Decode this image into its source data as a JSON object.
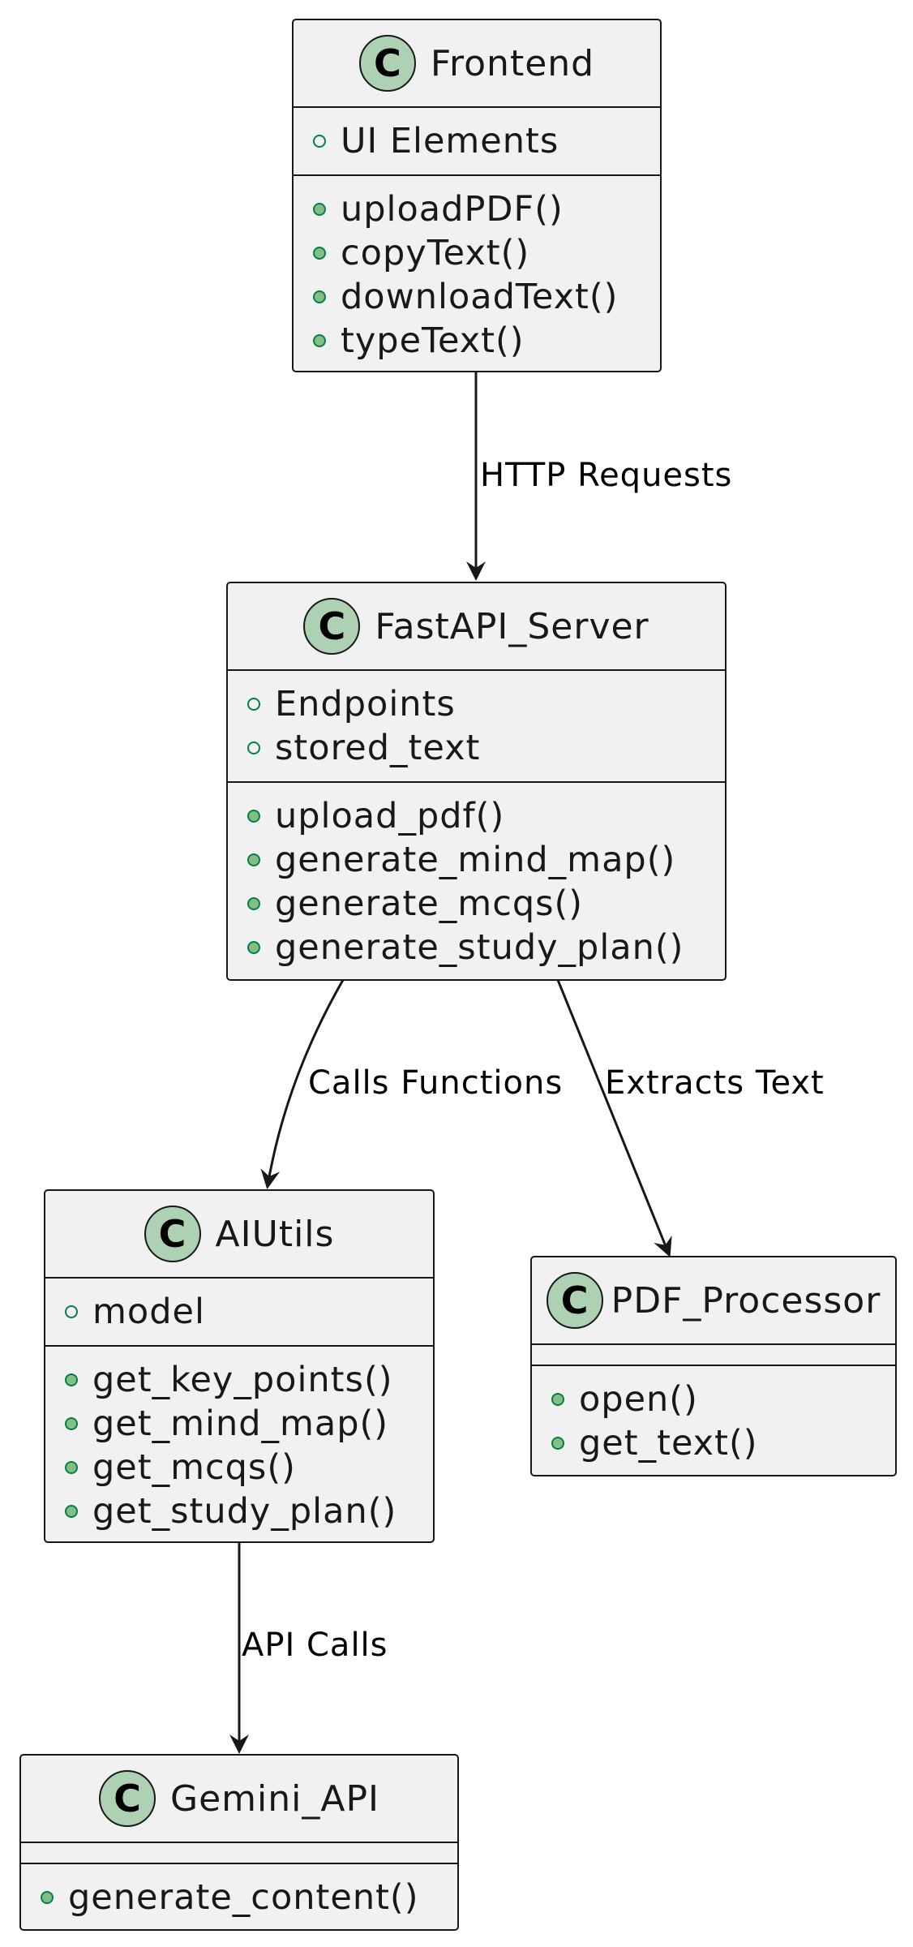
{
  "classes": {
    "frontend": {
      "name": "Frontend",
      "stereotype": "C",
      "fields": [
        "UI Elements"
      ],
      "methods": [
        "uploadPDF()",
        "copyText()",
        "downloadText()",
        "typeText()"
      ]
    },
    "fastapi": {
      "name": "FastAPI_Server",
      "stereotype": "C",
      "fields": [
        "Endpoints",
        "stored_text"
      ],
      "methods": [
        "upload_pdf()",
        "generate_mind_map()",
        "generate_mcqs()",
        "generate_study_plan()"
      ]
    },
    "aiutils": {
      "name": "AIUtils",
      "stereotype": "C",
      "fields": [
        "model"
      ],
      "methods": [
        "get_key_points()",
        "get_mind_map()",
        "get_mcqs()",
        "get_study_plan()"
      ]
    },
    "pdf": {
      "name": "PDF_Processor",
      "stereotype": "C",
      "fields": [],
      "methods": [
        "open()",
        "get_text()"
      ]
    },
    "gemini": {
      "name": "Gemini_API",
      "stereotype": "C",
      "fields": [],
      "methods": [
        "generate_content()"
      ]
    }
  },
  "relations": {
    "http": "HTTP Requests",
    "calls": "Calls Functions",
    "extracts": "Extracts Text",
    "api": "API Calls"
  },
  "colors": {
    "box_fill": "#f1f1f1",
    "stroke": "#181818",
    "stereotype_circle": "#add1b2",
    "visibility_green": "#038048",
    "method_dot": "#84be84"
  }
}
